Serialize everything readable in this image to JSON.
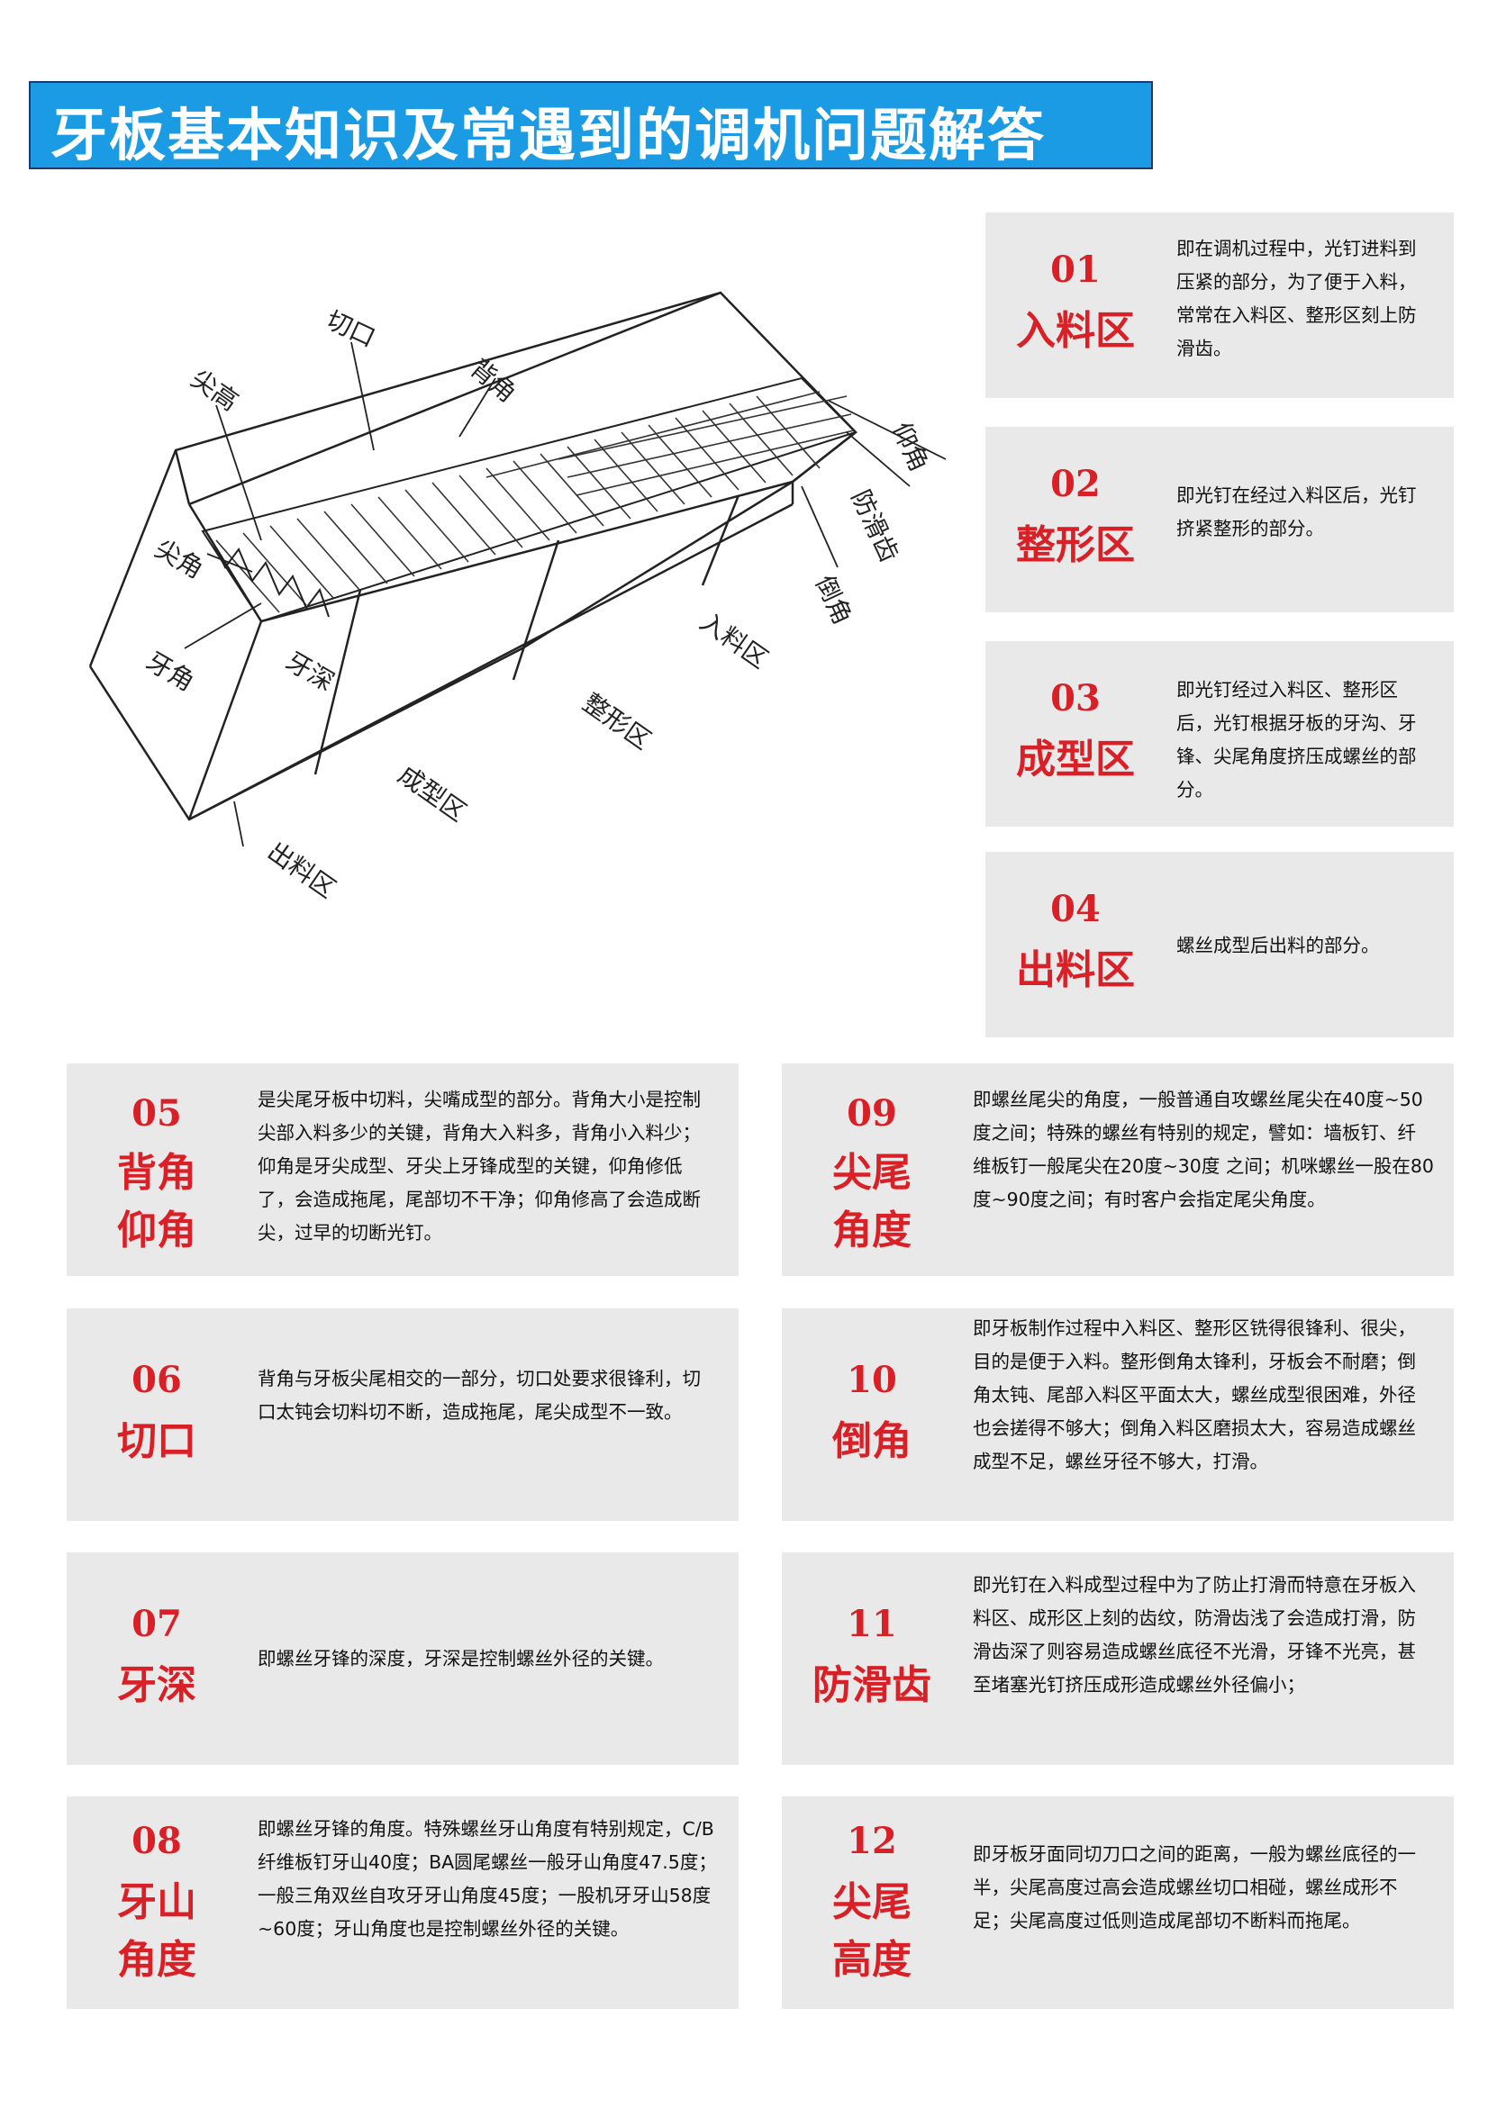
{
  "title": "牙板基本知识及常遇到的调机问题解答",
  "diagram_labels": {
    "qiekou": "切口",
    "beijiao": "背角",
    "jiangao": "尖高",
    "yangjiao": "仰角",
    "fanghuachi": "防滑齿",
    "daojiao": "倒角",
    "jianjiao": "尖角",
    "yajiao": "牙角",
    "yashen": "牙深",
    "ruliaoqu": "入料区",
    "zhengxingqu": "整形区",
    "chengxingqu": "成型区",
    "chuliaoqu": "出料区"
  },
  "cards": [
    {
      "num": "01",
      "name": "入料区",
      "desc": "即在调机过程中，光钉进料到压紧的部分，为了便于入料，常常在入料区、整形区刻上防滑齿。"
    },
    {
      "num": "02",
      "name": "整形区",
      "desc": "即光钉在经过入料区后，光钉挤紧整形的部分。"
    },
    {
      "num": "03",
      "name": "成型区",
      "desc": "即光钉经过入料区、整形区后，光钉根据牙板的牙沟、牙锋、尖尾角度挤压成螺丝的部分。"
    },
    {
      "num": "04",
      "name": "出料区",
      "desc": "螺丝成型后出料的部分。"
    },
    {
      "num": "05",
      "name": "背角仰角",
      "desc": "是尖尾牙板中切料，尖嘴成型的部分。背角大小是控制尖部入料多少的关键，背角大入料多，背角小入料少；仰角是牙尖成型、牙尖上牙锋成型的关键，仰角修低了，会造成拖尾，尾部切不干净；仰角修高了会造成断尖，过早的切断光钉。"
    },
    {
      "num": "06",
      "name": "切口",
      "desc": "背角与牙板尖尾相交的一部分，切口处要求很锋利，切口太钝会切料切不断，造成拖尾，尾尖成型不一致。"
    },
    {
      "num": "07",
      "name": "牙深",
      "desc": "即螺丝牙锋的深度，牙深是控制螺丝外径的关键。"
    },
    {
      "num": "08",
      "name": "牙山角度",
      "desc": "即螺丝牙锋的角度。特殊螺丝牙山角度有特别规定，C/B纤维板钉牙山40度；BA圆尾螺丝一般牙山角度47.5度；一般三角双丝自攻牙牙山角度45度；一股机牙牙山58度~60度；牙山角度也是控制螺丝外径的关键。"
    },
    {
      "num": "09",
      "name": "尖尾角度",
      "desc": "即螺丝尾尖的角度，一般普通自攻螺丝尾尖在40度~50度之间；特殊的螺丝有特别的规定，譬如：墙板钉、纤维板钉一般尾尖在20度~30度 之间；机咪螺丝一股在80度~90度之间；有时客户会指定尾尖角度。"
    },
    {
      "num": "10",
      "name": "倒角",
      "desc": "即牙板制作过程中入料区、整形区铣得很锋利、很尖，目的是便于入料。整形倒角太锋利，牙板会不耐磨；倒角太钝、尾部入料区平面太大，螺丝成型很困难，外径也会搓得不够大；倒角入料区磨损太大，容易造成螺丝成型不足，螺丝牙径不够大，打滑。"
    },
    {
      "num": "11",
      "name": "防滑齿",
      "desc": "即光钉在入料成型过程中为了防止打滑而特意在牙板入料区、成形区上刻的齿纹，防滑齿浅了会造成打滑，防滑齿深了则容易造成螺丝底径不光滑，牙锋不光亮，甚至堵塞光钉挤压成形造成螺丝外径偏小；"
    },
    {
      "num": "12",
      "name": "尖尾高度",
      "desc": "即牙板牙面同切刀口之间的距离，一般为螺丝底径的一半，尖尾高度过高会造成螺丝切口相碰，螺丝成形不足；尖尾高度过低则造成尾部切不断料而拖尾。"
    }
  ],
  "colors": {
    "title_bg": "#1a9be3",
    "accent": "#d92026",
    "card_bg": "#e9e9ea"
  }
}
